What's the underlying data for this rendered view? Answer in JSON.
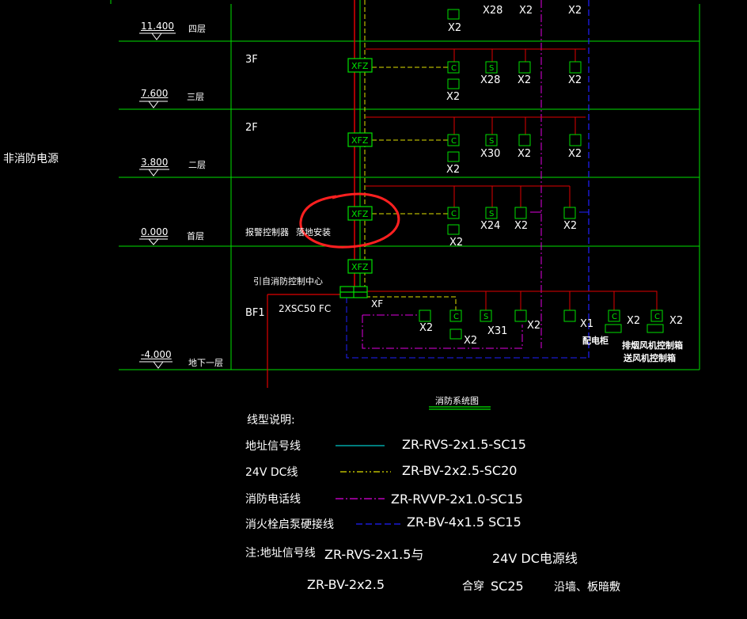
{
  "power_label": "非消防电源",
  "levels": [
    {
      "elev": "11.400",
      "name": "四层"
    },
    {
      "elev": "7.600",
      "name": "三层"
    },
    {
      "elev": "3.800",
      "name": "二层"
    },
    {
      "elev": "0.000",
      "name": "首层"
    },
    {
      "elev": "-4.000",
      "name": "地下一层"
    }
  ],
  "floors": [
    "3F",
    "2F",
    "BF1"
  ],
  "device_labels": {
    "xfz": "XFZ",
    "c": "C",
    "s": "S",
    "xf": "XF"
  },
  "counts": {
    "top_x28": "X28",
    "top_x2a": "X2",
    "top_x2b": "X2",
    "top_x2c": "X2",
    "f3_x2a": "X2",
    "f3_x28": "X28",
    "f3_x2b": "X2",
    "f3_x2c": "X2",
    "f2_x2a": "X2",
    "f2_x30": "X30",
    "f2_x2b": "X2",
    "f2_x2c": "X2",
    "f1_x2a": "X2",
    "f1_x24": "X24",
    "f1_x2b": "X2",
    "f1_x2c": "X2",
    "b_x2a": "X2",
    "b_x2b": "X2",
    "b_x31": "X31",
    "b_x2c": "X2",
    "b_x1": "X1",
    "b_x2d": "X2",
    "b_x2e": "X2"
  },
  "annotations": {
    "alarm_controller": "报警控制器",
    "floor_install": "落地安装",
    "from_center": "引自消防控制中心",
    "conduit": "2XSC50 FC",
    "dist_cabinet": "配电柜",
    "smoke_box": "排烟风机控制箱",
    "supply_box": "送风机控制箱"
  },
  "diagram_title": "消防系统图",
  "legend": {
    "heading": "线型说明:",
    "rows": [
      {
        "name": "地址信号线",
        "spec": "ZR-RVS-2x1.5-SC15",
        "color": "#00c8c8"
      },
      {
        "name": "24V DC线",
        "spec": "ZR-BV-2x2.5-SC20",
        "color": "#e0e000"
      },
      {
        "name": "消防电话线",
        "spec": "ZR-RVVP-2x1.0-SC15",
        "color": "#e000e0"
      },
      {
        "name": "消火栓启泵硬接线",
        "spec": "ZR-BV-4x1.5 SC15",
        "color": "#2020ff"
      }
    ]
  },
  "note": {
    "line1a": "注:地址信号线",
    "line1b": "ZR-RVS-2x1.5与",
    "line1c": "24V DC电源线",
    "line2a": "ZR-BV-2x2.5",
    "line2b": "合穿",
    "line2c": "SC25",
    "line2d": "沿墙、板暗敷"
  },
  "colors": {
    "grid": "#00e000",
    "red": "#e00000",
    "yellow": "#e0e000",
    "magenta": "#e000e0",
    "blue": "#2020ff",
    "cyan": "#00c8c8",
    "highlight": "#ff2020"
  }
}
